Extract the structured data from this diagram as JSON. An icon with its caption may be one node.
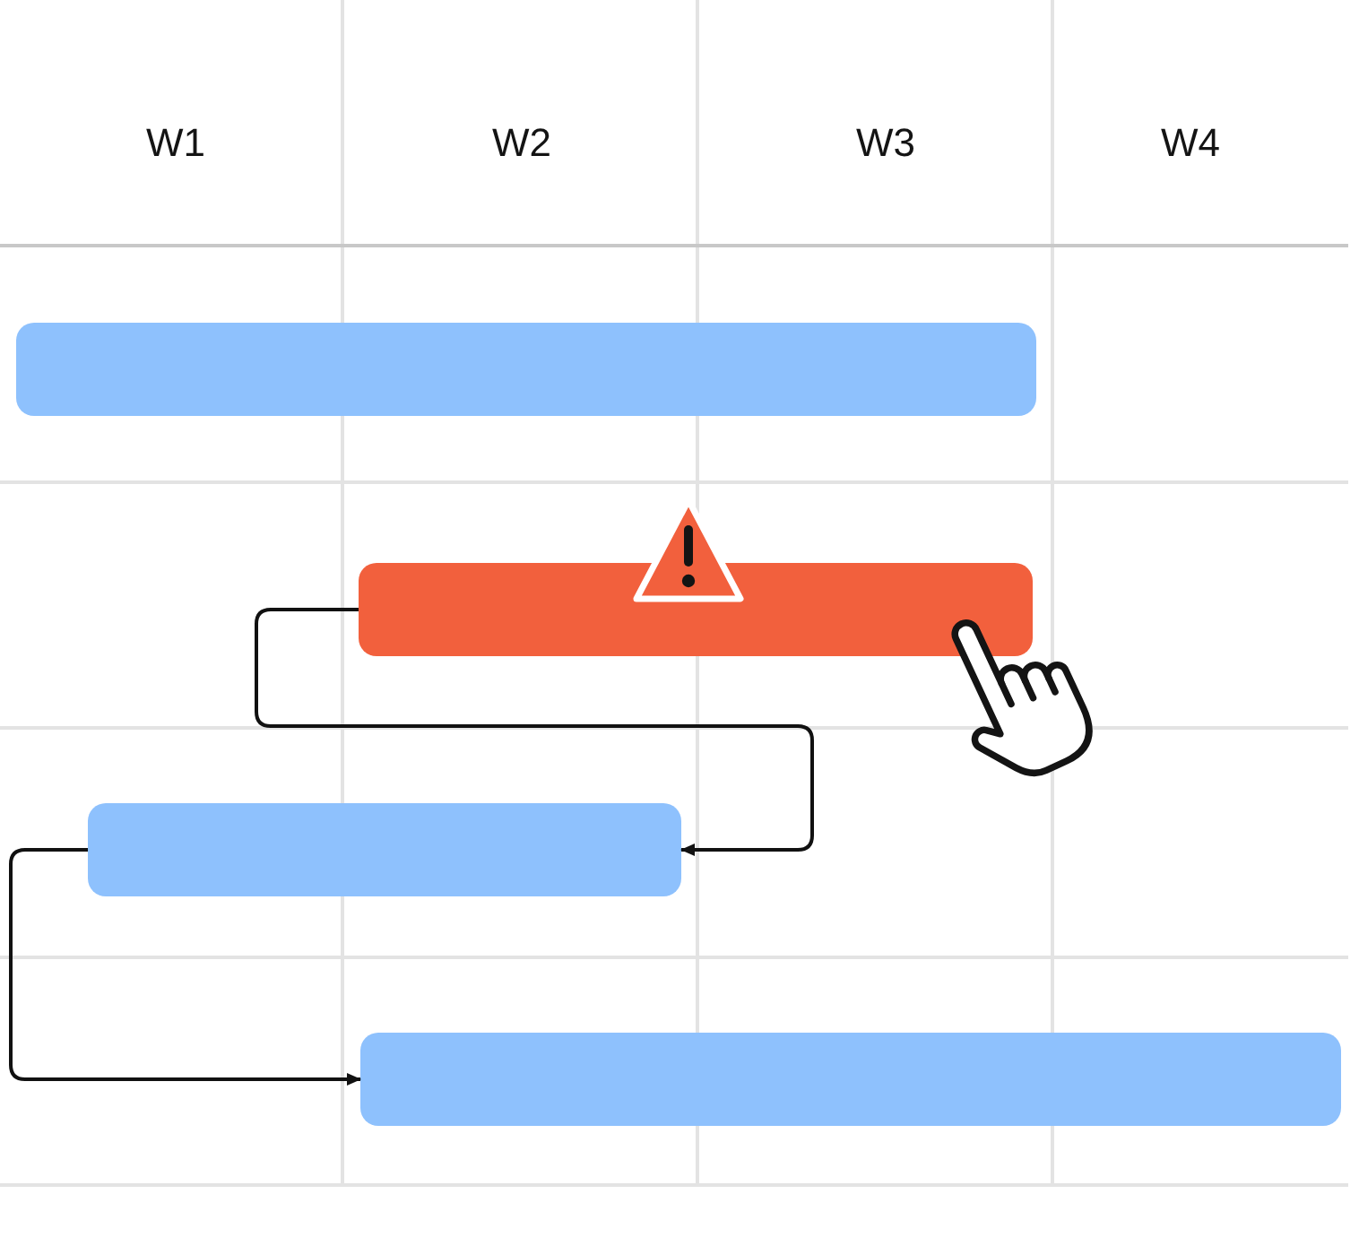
{
  "diagram": {
    "nodes": [
      {
        "text": [],
        "shape": "bar"
      },
      {
        "text": [],
        "shape": "bar"
      },
      {
        "text": [],
        "shape": "bar"
      },
      {
        "text": [],
        "shape": "bar"
      }
    ],
    "edges": [
      {
        "from": 1,
        "to": 2,
        "arrow": "to"
      },
      {
        "from": 2,
        "to": 3,
        "arrow": "to"
      }
    ],
    "labels": [
      "W1",
      "W2",
      "W3",
      "W4"
    ]
  }
}
